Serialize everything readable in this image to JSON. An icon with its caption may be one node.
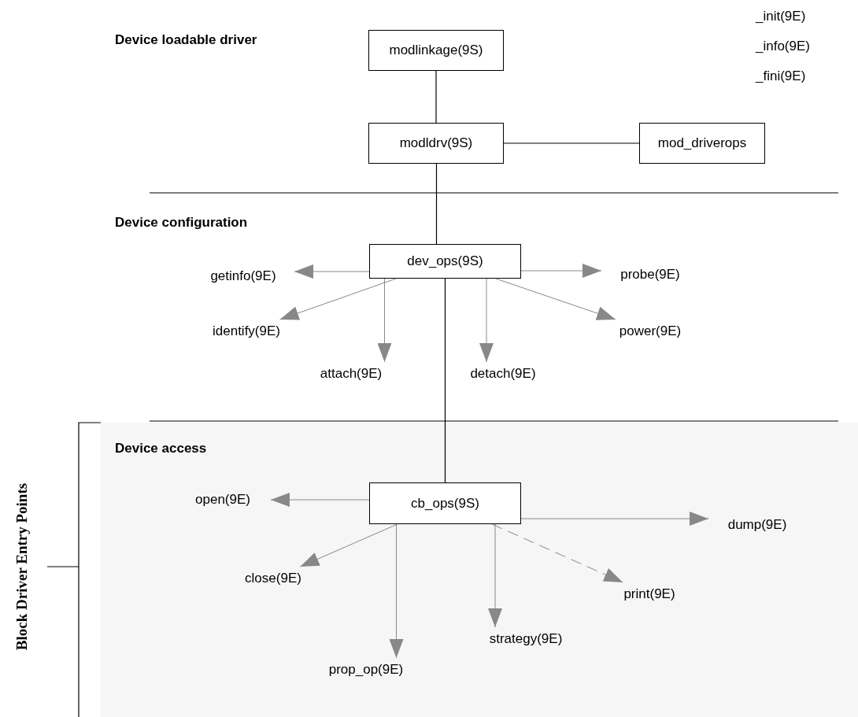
{
  "diagram": {
    "nodes": [
      {
        "text": [
          "modlinkage(9S)"
        ]
      },
      {
        "text": [
          "modldrv(9S)"
        ]
      },
      {
        "text": [
          "mod_driverops"
        ]
      },
      {
        "text": [
          "dev_ops(9S)"
        ]
      },
      {
        "text": [
          "getinfo(9E)"
        ]
      },
      {
        "text": [
          "probe(9E)"
        ]
      },
      {
        "text": [
          "identify(9E)"
        ]
      },
      {
        "text": [
          "power(9E)"
        ]
      },
      {
        "text": [
          "attach(9E)"
        ]
      },
      {
        "text": [
          "detach(9E)"
        ]
      },
      {
        "text": [
          "Device access"
        ]
      },
      {
        "text": [
          "cb_ops(9S)"
        ],
        "in": 10
      },
      {
        "text": [
          "open(9E)"
        ],
        "in": 10
      },
      {
        "text": [
          "dump(9E)"
        ],
        "in": 10
      },
      {
        "text": [
          "close(9E)"
        ],
        "in": 10
      },
      {
        "text": [
          "print(9E)"
        ],
        "in": 10
      },
      {
        "text": [
          "prop_op(9E)"
        ],
        "in": 10
      },
      {
        "text": [
          "strategy(9E)"
        ],
        "in": 10
      }
    ],
    "edges": [
      {
        "from": 0,
        "to": 1,
        "arrow": "none",
        "color": "#000000"
      },
      {
        "from": 1,
        "to": 2,
        "arrow": "none",
        "color": "#000000"
      },
      {
        "from": 1,
        "to": 3,
        "arrow": "none",
        "color": "#000000"
      },
      {
        "from": 3,
        "to": 4,
        "arrow": "to"
      },
      {
        "from": 3,
        "to": 5,
        "arrow": "to"
      },
      {
        "from": 3,
        "to": 6,
        "arrow": "to"
      },
      {
        "from": 3,
        "to": 7,
        "arrow": "to"
      },
      {
        "from": 3,
        "to": 8,
        "arrow": "to"
      },
      {
        "from": 3,
        "to": 9,
        "arrow": "to"
      },
      {
        "from": 3,
        "to": 11,
        "arrow": "none",
        "color": "#000000"
      },
      {
        "from": 11,
        "to": 12,
        "arrow": "to"
      },
      {
        "from": 11,
        "to": 13,
        "arrow": "to"
      },
      {
        "from": 11,
        "to": 14,
        "arrow": "to"
      },
      {
        "from": 11,
        "to": 15,
        "arrow": "to",
        "style": "dashed"
      },
      {
        "from": 11,
        "to": 16,
        "arrow": "to"
      },
      {
        "from": 11,
        "to": 17,
        "arrow": "to"
      }
    ],
    "labels": [
      "_init(9E)",
      "_info(9E)",
      "_fini(9E)",
      "Device loadable driver",
      "Device configuration",
      "Block Driver Entry Points"
    ]
  }
}
